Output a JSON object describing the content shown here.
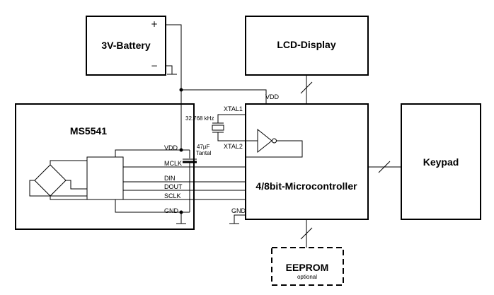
{
  "blocks": {
    "battery": {
      "label": "3V-Battery",
      "plus": "+",
      "minus": "−"
    },
    "lcd": {
      "label": "LCD-Display"
    },
    "mcu": {
      "label": "4/8bit-Microcontroller"
    },
    "keypad": {
      "label": "Keypad"
    },
    "sensor": {
      "label": "MS5541"
    },
    "eeprom": {
      "label": "EEPROM",
      "sublabel": "optional"
    }
  },
  "nets": {
    "mcu_vdd": "VDD",
    "xtal1": "XTAL1",
    "xtal2": "XTAL2",
    "mcu_gnd": "GND",
    "sensor_vdd": "VDD",
    "mclk": "MCLK",
    "din": "DIN",
    "dout": "DOUT",
    "sclk": "SCLK",
    "sensor_gnd": "GND"
  },
  "components": {
    "crystal": "32.768 kHz",
    "capacitor_value": "47µF",
    "capacitor_type": "Tantal"
  }
}
